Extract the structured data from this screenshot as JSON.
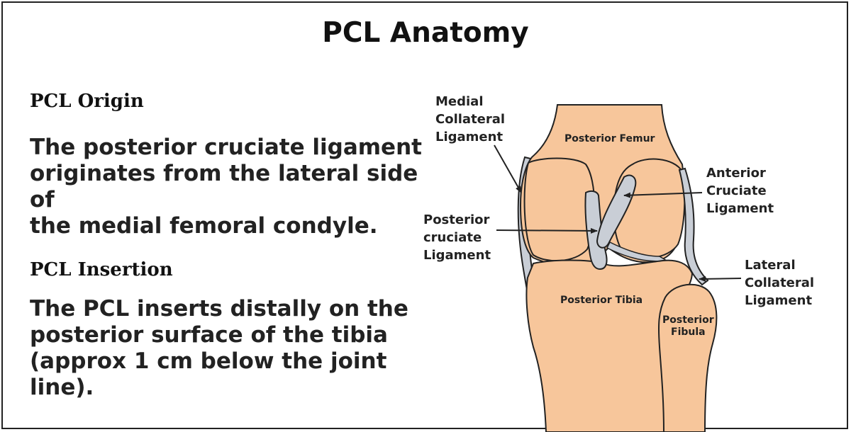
{
  "title": "PCL Anatomy",
  "origin": {
    "heading": "PCL Origin",
    "lines": [
      "The posterior cruciate ligament",
      "originates from the lateral side of",
      "the medial femoral condyle."
    ]
  },
  "insertion": {
    "heading": "PCL Insertion",
    "lines": [
      "The PCL inserts distally on the",
      "posterior surface of the tibia",
      "(approx 1 cm below the joint line)."
    ]
  },
  "diagram": {
    "labels": {
      "mcl": [
        "Medial",
        "Collateral",
        "Ligament"
      ],
      "acl": [
        "Anterior",
        "Cruciate",
        "Ligament"
      ],
      "pcl": [
        "Posterior",
        "cruciate",
        "Ligament"
      ],
      "lcl": [
        "Lateral",
        "Collateral",
        "Ligament"
      ],
      "femur": "Posterior Femur",
      "tibia": "Posterior Tibia",
      "fibula": [
        "Posterior",
        "Fibula"
      ]
    },
    "colors": {
      "bone": "#f7c69b",
      "ligament": "#c9ced6",
      "outline": "#222222"
    }
  }
}
